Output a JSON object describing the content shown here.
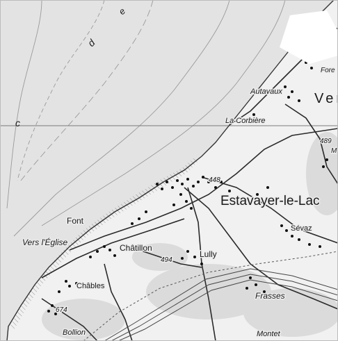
{
  "map": {
    "contour_labels": [
      "d",
      "e",
      "c"
    ],
    "places": [
      {
        "id": "vers-big",
        "name": "Ver"
      },
      {
        "id": "estavayer",
        "name": "Estavayer-le-Lac"
      },
      {
        "id": "autavaux",
        "name": "Autavaux"
      },
      {
        "id": "corbiere",
        "name": "La Corbière"
      },
      {
        "id": "forel",
        "name": "Fore"
      },
      {
        "id": "font",
        "name": "Font"
      },
      {
        "id": "vers-eglise",
        "name": "Vers l'Église"
      },
      {
        "id": "chatillon",
        "name": "Châtillon"
      },
      {
        "id": "lully",
        "name": "Lully"
      },
      {
        "id": "sevaz",
        "name": "Sévaz"
      },
      {
        "id": "chables",
        "name": "Châbles"
      },
      {
        "id": "frasses",
        "name": "Frasses"
      },
      {
        "id": "bollion",
        "name": "Bollion"
      },
      {
        "id": "montet",
        "name": "Montet"
      },
      {
        "id": "m-label",
        "name": "M"
      }
    ],
    "elevations": [
      {
        "id": "e448",
        "value": "448"
      },
      {
        "id": "e489",
        "value": "489"
      },
      {
        "id": "e494",
        "value": "494"
      },
      {
        "id": "e674",
        "value": "674"
      }
    ]
  }
}
